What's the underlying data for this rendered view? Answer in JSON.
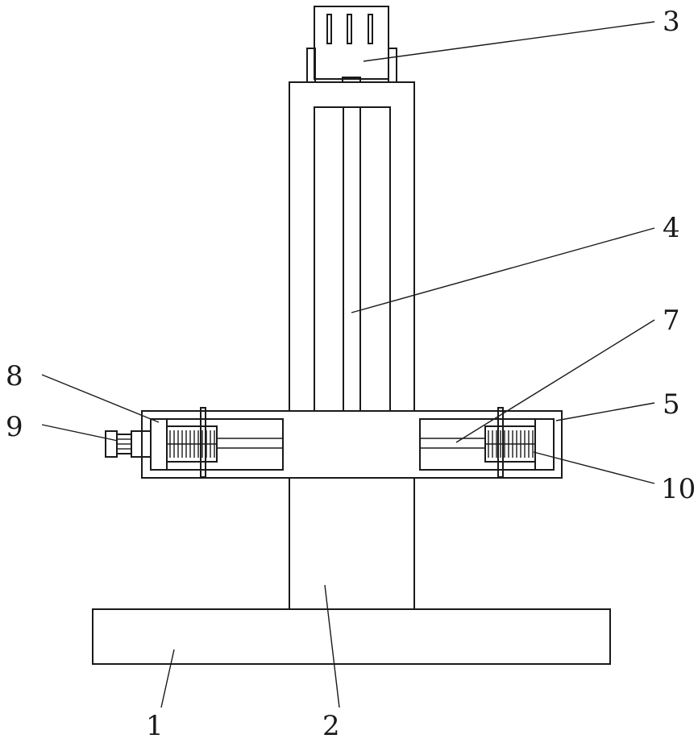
{
  "diagram": {
    "type": "mechanical-drawing",
    "parts": [
      {
        "id": "base",
        "label": "1"
      },
      {
        "id": "column",
        "label": "2"
      },
      {
        "id": "top-clamp",
        "label": "3"
      },
      {
        "id": "upper-post",
        "label": "4"
      },
      {
        "id": "crossbar",
        "label": "5"
      },
      {
        "id": "inner-rod-right",
        "label": "7"
      },
      {
        "id": "left-end-block",
        "label": "8"
      },
      {
        "id": "left-knob",
        "label": "9"
      },
      {
        "id": "right-spring",
        "label": "10"
      }
    ]
  }
}
